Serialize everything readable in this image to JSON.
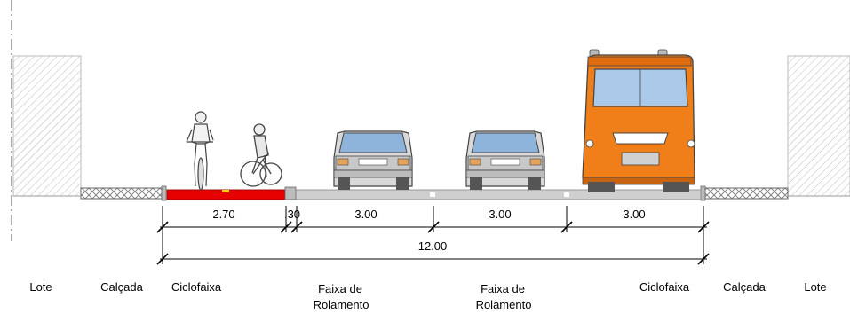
{
  "colors": {
    "bike_lane": "#e60000",
    "road": "#cfcfcf",
    "bus_body": "#f07f1a",
    "bus_glass": "#aac8e8",
    "car_body": "#d9d9d9",
    "car_glass": "#8fb4dc",
    "hatch": "#999999"
  },
  "icons": {
    "cyclist_1": "cyclist-icon",
    "cyclist_2": "cyclist-icon",
    "car_1": "car-rear-icon",
    "car_2": "car-rear-icon",
    "bus": "bus-front-icon"
  },
  "dimensions": {
    "bike_lane": "2.70",
    "buffer": ".30",
    "lane_1": "3.00",
    "lane_2": "3.00",
    "lane_3": "3.00",
    "total": "12.00"
  },
  "labels": {
    "lote_left": "Lote",
    "calcada_left": "Calçada",
    "ciclofaixa_left": "Ciclofaixa",
    "faixa1_line1": "Faixa de",
    "faixa1_line2": "Rolamento",
    "faixa2_line1": "Faixa de",
    "faixa2_line2": "Rolamento",
    "ciclofaixa_right": "Ciclofaixa",
    "calcada_right": "Calçada",
    "lote_right": "Lote"
  }
}
